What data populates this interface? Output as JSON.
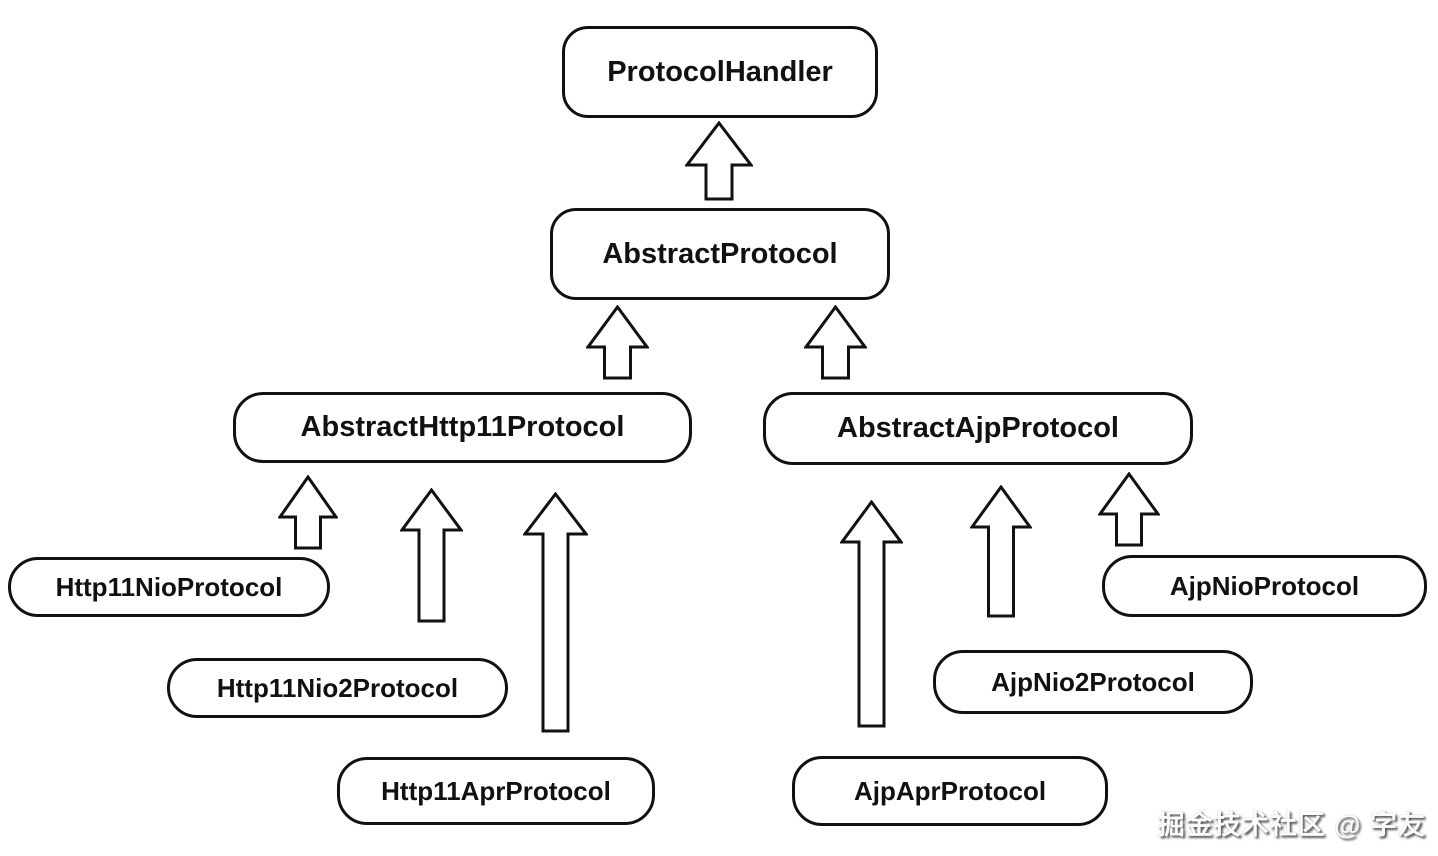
{
  "diagram": {
    "type": "class-inheritance-diagram",
    "nodes": {
      "protocol_handler": {
        "label": "ProtocolHandler"
      },
      "abstract_protocol": {
        "label": "AbstractProtocol"
      },
      "abstract_http11_protocol": {
        "label": "AbstractHttp11Protocol"
      },
      "abstract_ajp_protocol": {
        "label": "AbstractAjpProtocol"
      },
      "http11_nio_protocol": {
        "label": "Http11NioProtocol"
      },
      "http11_nio2_protocol": {
        "label": "Http11Nio2Protocol"
      },
      "http11_apr_protocol": {
        "label": "Http11AprProtocol"
      },
      "ajp_nio_protocol": {
        "label": "AjpNioProtocol"
      },
      "ajp_nio2_protocol": {
        "label": "AjpNio2Protocol"
      },
      "ajp_apr_protocol": {
        "label": "AjpAprProtocol"
      }
    },
    "edges": [
      {
        "from": "AbstractProtocol",
        "to": "ProtocolHandler"
      },
      {
        "from": "AbstractHttp11Protocol",
        "to": "AbstractProtocol"
      },
      {
        "from": "AbstractAjpProtocol",
        "to": "AbstractProtocol"
      },
      {
        "from": "Http11NioProtocol",
        "to": "AbstractHttp11Protocol"
      },
      {
        "from": "Http11Nio2Protocol",
        "to": "AbstractHttp11Protocol"
      },
      {
        "from": "Http11AprProtocol",
        "to": "AbstractHttp11Protocol"
      },
      {
        "from": "AjpNioProtocol",
        "to": "AbstractAjpProtocol"
      },
      {
        "from": "AjpNio2Protocol",
        "to": "AbstractAjpProtocol"
      },
      {
        "from": "AjpAprProtocol",
        "to": "AbstractAjpProtocol"
      }
    ],
    "colors": {
      "background": "#ffffff",
      "node_fill": "#ffffff",
      "node_border": "#111111",
      "text": "#111111"
    }
  },
  "watermark": {
    "text": "掘金技术社区 @ 字友"
  }
}
